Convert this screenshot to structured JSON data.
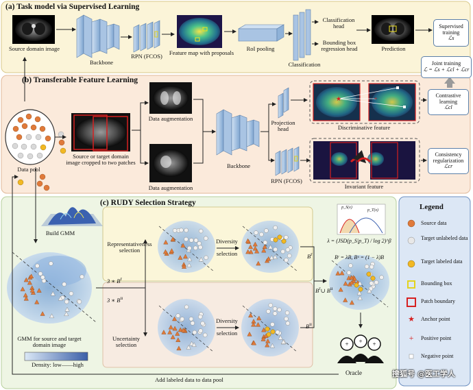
{
  "sections": {
    "a": {
      "title": "(a) Task model via Supervised Learning"
    },
    "b": {
      "title": "(b) Transferable Feature Learning"
    },
    "c": {
      "title": "(c) RUDY Selection Strategy"
    }
  },
  "labels": {
    "source_domain_image": "Source domain image",
    "backbone_a": "Backbone",
    "rpn_a": "RPN (FCOS)",
    "feature_map": "Feature map with proposals",
    "roi_pooling": "RoI pooling",
    "classification": "Classification",
    "classification_head_1": "Classification",
    "classification_head_2": "head",
    "bbox_head_1": "Bounding box",
    "bbox_head_2": "regression head",
    "prediction": "Prediction",
    "data_pool": "Data pool",
    "cropped_1": "Source or target domain",
    "cropped_2": "image cropped to two patches",
    "data_aug_top": "Data augmentation",
    "data_aug_bottom": "Data augmentation",
    "backbone_b": "Backbone",
    "projection_head_1": "Projection",
    "projection_head_2": "head",
    "rpn_b": "RPN (FCOS)",
    "discriminative": "Discriminative feature",
    "invariant": "Invariant feature",
    "build_gmm": "Build GMM",
    "gmm_label_1": "GMM for source and target",
    "gmm_label_2": "domain image",
    "density": "Density: low——high",
    "rep_sel_1": "Representativeness",
    "rep_sel_2": "selection",
    "unc_sel_1": "Uncertainty",
    "unc_sel_2": "selection",
    "div_top_1": "Diversity",
    "div_top_2": "selection",
    "div_bot_1": "Diversity",
    "div_bot_2": "selection",
    "mult_r": "3 ∗ B",
    "mult_r_sup": "r",
    "mult_u": "3 ∗ B",
    "mult_u_sup": "u",
    "br": "B",
    "br_sup": "r",
    "bu": "B",
    "bu_sup": "u",
    "union": "B",
    "union_mid": "∪ B",
    "oracle": "Oracle",
    "add_labeled": "Add labeled data to data pool",
    "lambda_eq": "λ = (JSD(p_S|p_T) / log 2)^β",
    "budget_eq": "Bʳ = λB, Bᵘ = (1 − λ)B",
    "ps": "p_S(x)",
    "pt": "p_T(x)",
    "watermark": "搜狐号 @医工学人"
  },
  "loss_boxes": {
    "supervised_1": "Supervised",
    "supervised_2": "training",
    "supervised_3": "ℒs",
    "joint_1": "Joint training",
    "joint_2": "ℒ = ℒs + ℒcl + ℒcr",
    "contrastive_1": "Contrastive",
    "contrastive_2": "learning",
    "contrastive_3": "ℒcl",
    "consistency_1": "Consistency",
    "consistency_2": "regularization",
    "consistency_3": "ℒcr"
  },
  "legend": {
    "title": "Legend",
    "items": [
      "Source data",
      "Target unlabeled data",
      "Target labeled data",
      "Bounding box",
      "Patch boundary",
      "Anchor point",
      "Positive point",
      "Negative point"
    ]
  },
  "colors": {
    "section_a_bg": "#fbf4d8",
    "section_b_bg": "#fbeadb",
    "section_c_bg": "#eef5e4",
    "legend_bg": "#dce7f5",
    "source_orange": "#e07a3a",
    "target_gray": "#d9d9d9",
    "target_labeled": "#f2b823",
    "patch_red": "#d62020"
  }
}
